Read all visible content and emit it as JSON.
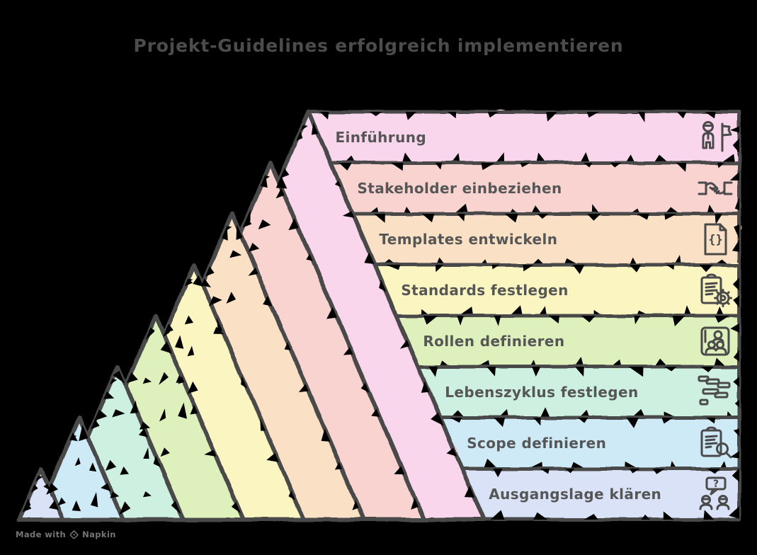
{
  "title": "Projekt-Guidelines erfolgreich implementieren",
  "watermark": {
    "prefix": "Made with",
    "brand": "Napkin"
  },
  "colors": {
    "background": "#000000",
    "stroke": "#4a4a4a",
    "label_text": "#565656",
    "title_text": "#4c4c4c",
    "watermark_text": "#757575"
  },
  "levels": [
    {
      "label": "Einführung",
      "icon": "person-flag-icon",
      "color": "#f9d6ec"
    },
    {
      "label": "Stakeholder einbeziehen",
      "icon": "handshake-icon",
      "color": "#f8d3cf"
    },
    {
      "label": "Templates entwickeln",
      "icon": "braces-document-icon",
      "color": "#fae1c6"
    },
    {
      "label": "Standards festlegen",
      "icon": "clipboard-gear-icon",
      "color": "#fbf6c1"
    },
    {
      "label": "Rollen definieren",
      "icon": "team-card-icon",
      "color": "#def0bc"
    },
    {
      "label": "Lebenszyklus festlegen",
      "icon": "gantt-chart-icon",
      "color": "#cdf0e0"
    },
    {
      "label": "Scope definieren",
      "icon": "clipboard-search-icon",
      "color": "#cfeaf7"
    },
    {
      "label": "Ausgangslage klären",
      "icon": "question-people-icon",
      "color": "#d9e2f7"
    }
  ],
  "icon_glyphs": {
    "braces-document-icon": "{}",
    "question-people-icon": "?"
  }
}
